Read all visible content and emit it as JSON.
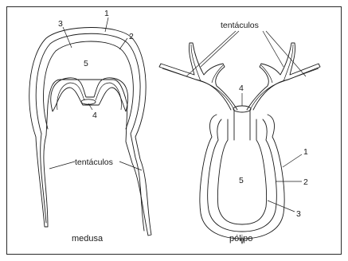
{
  "medusa": {
    "caption": "medusa",
    "tentacles_label": "tentáculos",
    "labels": {
      "n1": "1",
      "n2": "2",
      "n3": "3",
      "n4": "4",
      "n5": "5"
    }
  },
  "polyp": {
    "caption": "pólipo",
    "tentacles_label": "tentáculos",
    "labels": {
      "n1": "1",
      "n2": "2",
      "n3": "3",
      "n4": "4",
      "n5": "5"
    }
  }
}
